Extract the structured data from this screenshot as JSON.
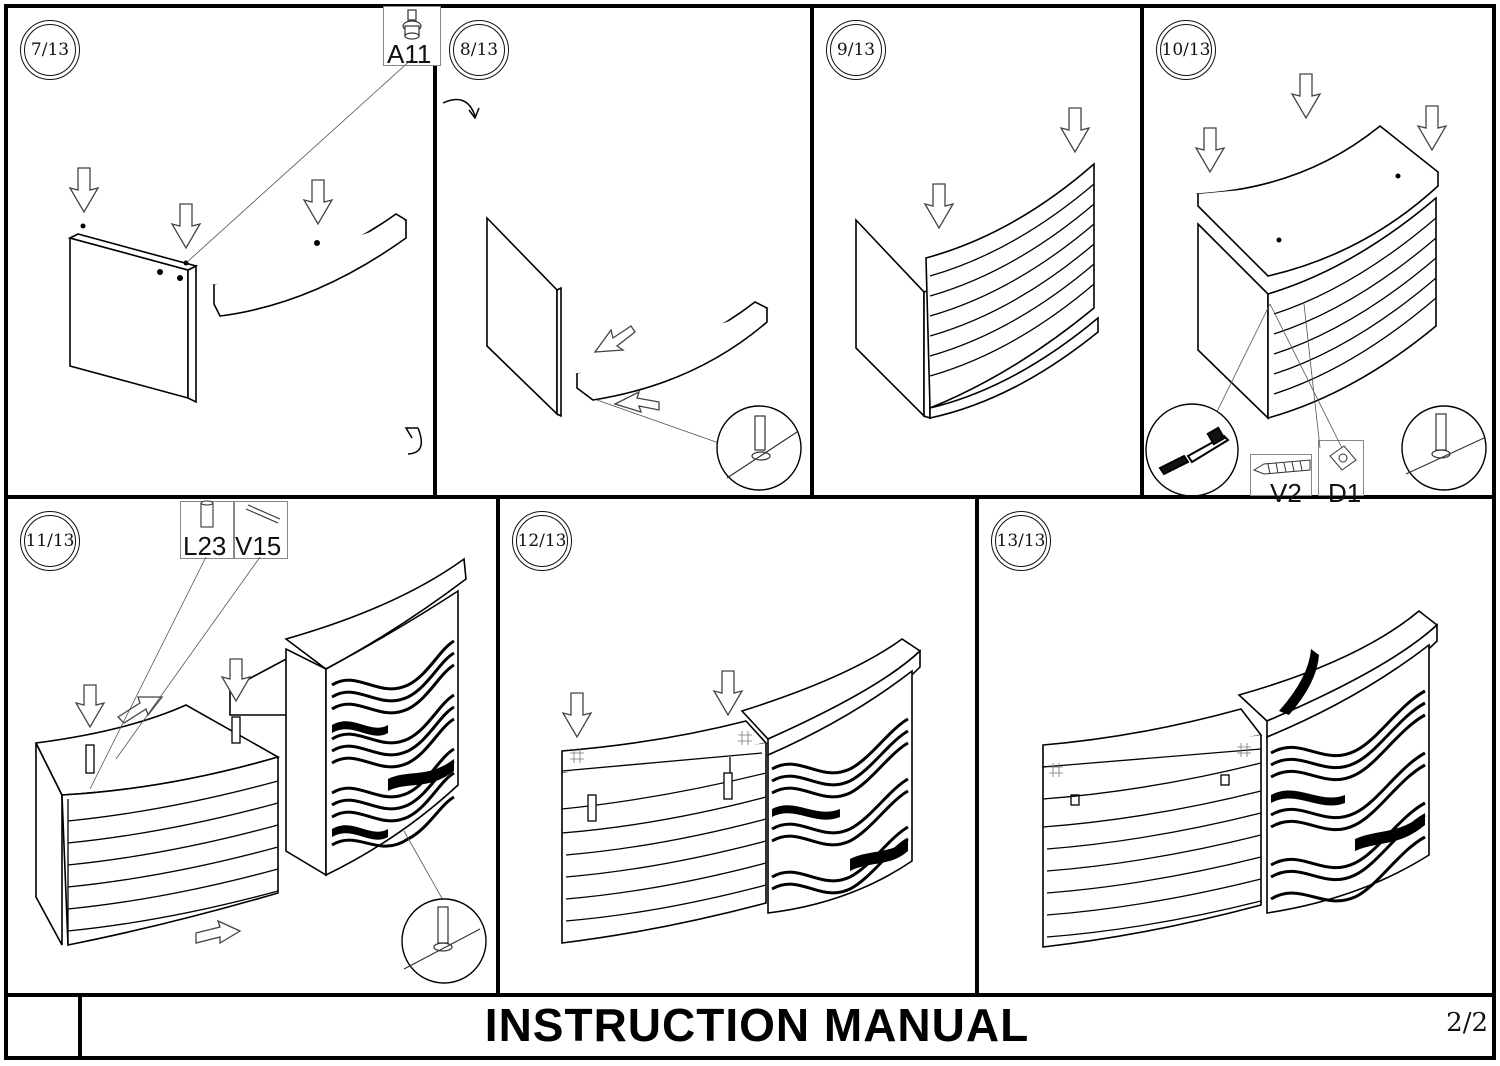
{
  "steps": [
    {
      "label": "7/13"
    },
    {
      "label": "8/13"
    },
    {
      "label": "9/13"
    },
    {
      "label": "10/13"
    },
    {
      "label": "11/13"
    },
    {
      "label": "12/13"
    },
    {
      "label": "13/13"
    }
  ],
  "parts": {
    "a11": "A11",
    "v2": "V2",
    "d1": "D1",
    "l23": "L23",
    "v15": "V15"
  },
  "footer": {
    "title": "INSTRUCTION MANUAL",
    "page": "2/2"
  }
}
